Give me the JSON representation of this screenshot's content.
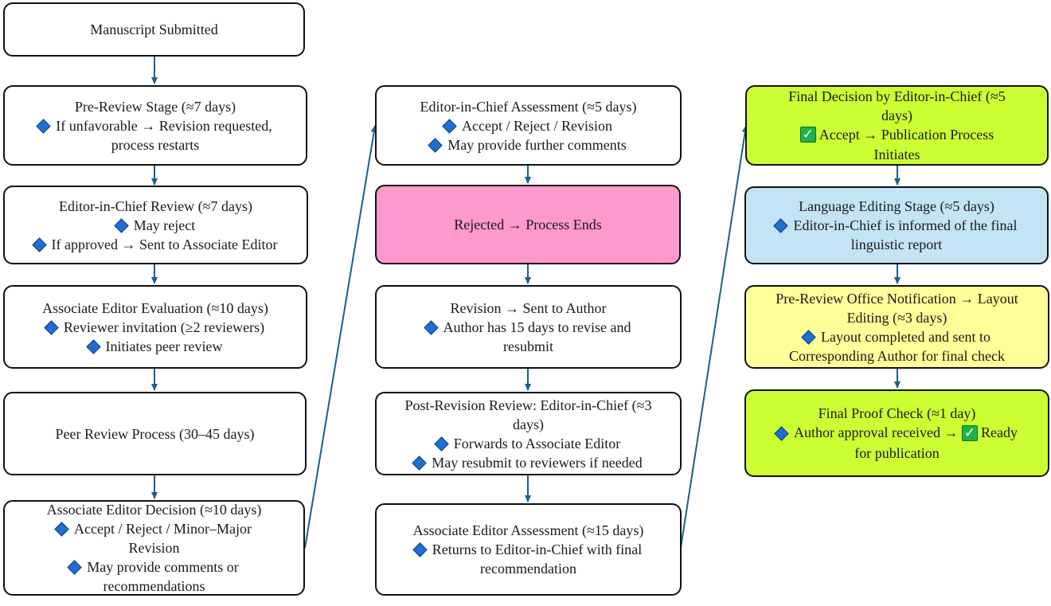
{
  "colors": {
    "arrow": "#1f5f87",
    "bullet_diamond": "#1f6fd1",
    "rejected_fill": "#fd99cc",
    "decision_fill": "#ccff33",
    "language_fill": "#c2e4f5",
    "layout_fill": "#ffff99",
    "checkmark": "#20b24a"
  },
  "boxes": {
    "submitted": {
      "title": "Manuscript Submitted"
    },
    "pre_review": {
      "title": "Pre-Review Stage (≈7 days)",
      "bullet1_a": "If unfavorable → Revision requested,",
      "bullet1_b": "process restarts"
    },
    "eic_review": {
      "title": "Editor-in-Chief Review (≈7 days)",
      "bullet1": "May reject",
      "bullet2": "If approved → Sent to Associate Editor"
    },
    "ae_eval": {
      "title": "Associate Editor Evaluation (≈10 days)",
      "bullet1": "Reviewer invitation (≥2 reviewers)",
      "bullet2": "Initiates peer review"
    },
    "peer_review": {
      "title": "Peer Review Process (30–45 days)"
    },
    "ae_decision": {
      "title": "Associate Editor Decision (≈10 days)",
      "bullet1_a": "Accept / Reject / Minor–Major",
      "bullet1_b": "Revision",
      "bullet2_a": "May provide comments or",
      "bullet2_b": "recommendations"
    },
    "eic_assessment": {
      "title": "Editor-in-Chief Assessment (≈5 days)",
      "bullet1": "Accept / Reject / Revision",
      "bullet2": "May provide further comments"
    },
    "rejected": {
      "title": "Rejected → Process Ends"
    },
    "revision": {
      "title": "Revision → Sent to Author",
      "bullet1_a": "Author has 15 days to revise and",
      "bullet1_b": "resubmit"
    },
    "post_revision": {
      "title_a": "Post-Revision Review: Editor-in-Chief (≈3",
      "title_b": "days)",
      "bullet1": "Forwards to Associate Editor",
      "bullet2": "May resubmit to reviewers if needed"
    },
    "ae_assessment": {
      "title": "Associate Editor Assessment (≈15 days)",
      "bullet1_a": "Returns to Editor-in-Chief with final",
      "bullet1_b": "recommendation"
    },
    "final_decision": {
      "title_a": "Final Decision by Editor-in-Chief (≈5",
      "title_b": "days)",
      "check_a": "Accept → Publication Process",
      "check_b": "Initiates"
    },
    "language": {
      "title": "Language Editing Stage (≈5 days)",
      "bullet1_a": "Editor-in-Chief is informed of the final",
      "bullet1_b": "linguistic report"
    },
    "layout": {
      "title_a": "Pre-Review Office Notification → Layout",
      "title_b": "Editing (≈3 days)",
      "bullet1_a": "Layout completed and sent to",
      "bullet1_b": "Corresponding Author for final check"
    },
    "proof": {
      "title": "Final Proof Check (≈1 day)",
      "bullet1_a": "Author approval received →",
      "bullet1_check": "Ready",
      "bullet1_b": "for publication"
    }
  }
}
